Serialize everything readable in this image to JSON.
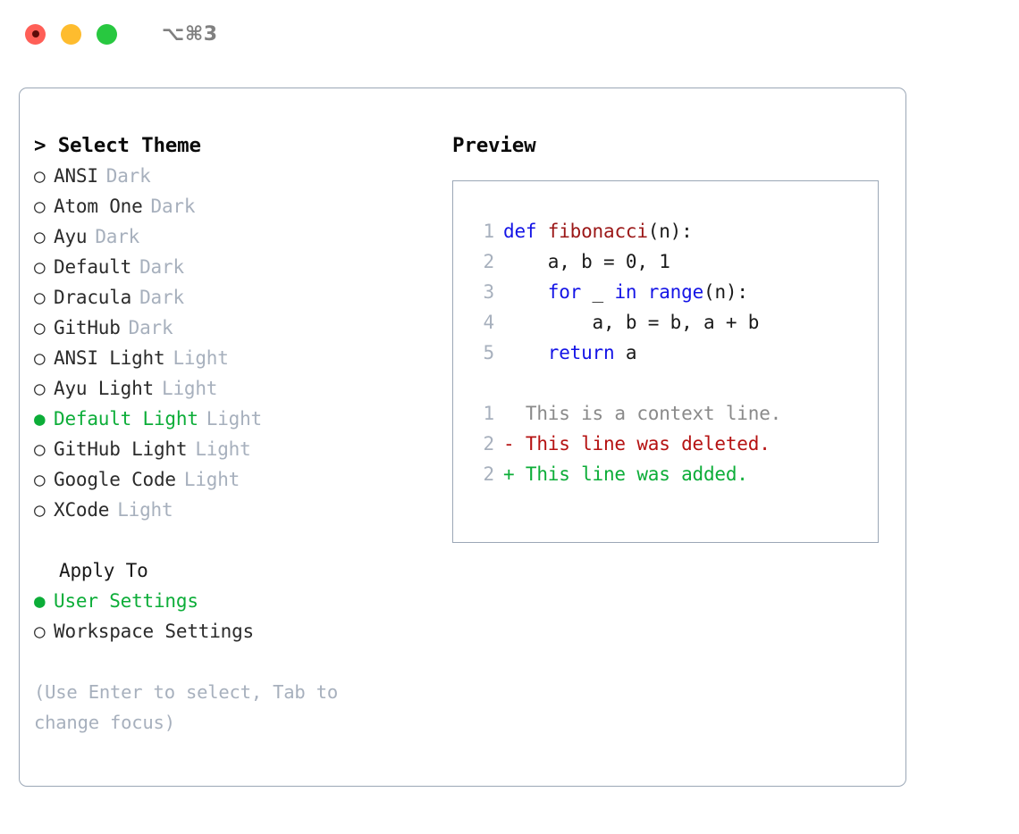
{
  "titlebar": {
    "traffic_lights": [
      {
        "name": "close",
        "color": "#ff5f57",
        "recording": true
      },
      {
        "name": "minimize",
        "color": "#febc2e",
        "recording": false
      },
      {
        "name": "maximize",
        "color": "#28c840",
        "recording": false
      }
    ],
    "shortcut": "⌥⌘3"
  },
  "theme_panel": {
    "title": "> Select Theme",
    "options": [
      {
        "bullet": "○",
        "label": "ANSI",
        "tag": "Dark",
        "selected": false
      },
      {
        "bullet": "○",
        "label": "Atom One",
        "tag": "Dark",
        "selected": false
      },
      {
        "bullet": "○",
        "label": "Ayu",
        "tag": "Dark",
        "selected": false
      },
      {
        "bullet": "○",
        "label": "Default",
        "tag": "Dark",
        "selected": false
      },
      {
        "bullet": "○",
        "label": "Dracula",
        "tag": "Dark",
        "selected": false
      },
      {
        "bullet": "○",
        "label": "GitHub",
        "tag": "Dark",
        "selected": false
      },
      {
        "bullet": "○",
        "label": "ANSI Light",
        "tag": "Light",
        "selected": false
      },
      {
        "bullet": "○",
        "label": "Ayu Light",
        "tag": "Light",
        "selected": false
      },
      {
        "bullet": "●",
        "label": "Default Light",
        "tag": "Light",
        "selected": true
      },
      {
        "bullet": "○",
        "label": "GitHub Light",
        "tag": "Light",
        "selected": false
      },
      {
        "bullet": "○",
        "label": "Google Code",
        "tag": "Light",
        "selected": false
      },
      {
        "bullet": "○",
        "label": "XCode",
        "tag": "Light",
        "selected": false
      }
    ],
    "apply_to": {
      "header": "Apply To",
      "options": [
        {
          "bullet": "●",
          "label": "User Settings",
          "selected": true
        },
        {
          "bullet": "○",
          "label": "Workspace Settings",
          "selected": false
        }
      ]
    },
    "hint": "(Use Enter to select, Tab to change focus)"
  },
  "preview": {
    "title": "Preview",
    "code_lines": [
      {
        "no": "1",
        "tokens": [
          {
            "t": "def ",
            "c": "kw"
          },
          {
            "t": "fibonacci",
            "c": "fn"
          },
          {
            "t": "(n):",
            "c": "plain"
          }
        ]
      },
      {
        "no": "2",
        "tokens": [
          {
            "t": "    a, b = 0, 1",
            "c": "plain"
          }
        ]
      },
      {
        "no": "3",
        "tokens": [
          {
            "t": "    for",
            "c": "kw"
          },
          {
            "t": " _ ",
            "c": "plain"
          },
          {
            "t": "in ",
            "c": "kw"
          },
          {
            "t": "range",
            "c": "builtin"
          },
          {
            "t": "(n):",
            "c": "plain"
          }
        ]
      },
      {
        "no": "4",
        "tokens": [
          {
            "t": "        a, b = b, a + b",
            "c": "plain"
          }
        ]
      },
      {
        "no": "5",
        "tokens": [
          {
            "t": "    return",
            "c": "kw"
          },
          {
            "t": " a",
            "c": "plain"
          }
        ]
      }
    ],
    "diff_lines": [
      {
        "no": "1",
        "marker": " ",
        "text": "  This is a context line.",
        "kind": "context"
      },
      {
        "no": "2",
        "marker": "-",
        "text": "- This line was deleted.",
        "kind": "deleted"
      },
      {
        "no": "2",
        "marker": "+",
        "text": "+ This line was added.",
        "kind": "added"
      }
    ]
  },
  "colors": {
    "accent_green": "#0cad38",
    "muted_gray": "#a7b0bd",
    "keyword_blue": "#1414e6",
    "function_red": "#9b1717",
    "diff_deleted": "#b51212",
    "border": "#9ba7b6"
  }
}
